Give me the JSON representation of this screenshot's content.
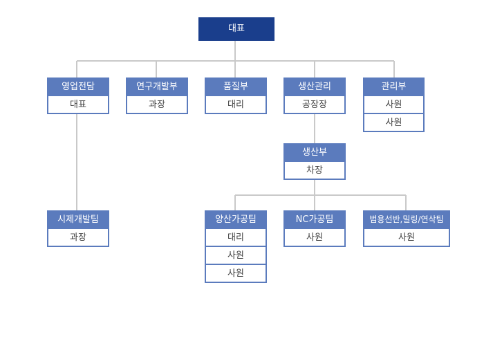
{
  "org": {
    "ceo": {
      "title": "대표"
    },
    "depts": [
      {
        "title": "영업전담",
        "members": [
          "대표"
        ]
      },
      {
        "title": "연구개발부",
        "members": [
          "과장"
        ]
      },
      {
        "title": "품질부",
        "members": [
          "대리"
        ]
      },
      {
        "title": "생산관리",
        "members": [
          "공장장"
        ]
      },
      {
        "title": "관리부",
        "members": [
          "사원",
          "사원"
        ]
      }
    ],
    "prototype_team": {
      "title": "시제개발팀",
      "members": [
        "과장"
      ]
    },
    "production": {
      "title": "생산부",
      "members": [
        "차장"
      ]
    },
    "production_teams": [
      {
        "title": "양산가공팀",
        "members": [
          "대리",
          "사원",
          "사원"
        ]
      },
      {
        "title": "NC가공팀",
        "members": [
          "사원"
        ]
      },
      {
        "title": "범용선반,밀링/연삭팀",
        "members": [
          "사원"
        ]
      }
    ]
  },
  "colors": {
    "line": "#c9c9c9",
    "box": "#5b7bbd",
    "top": "#1a3e8c"
  }
}
